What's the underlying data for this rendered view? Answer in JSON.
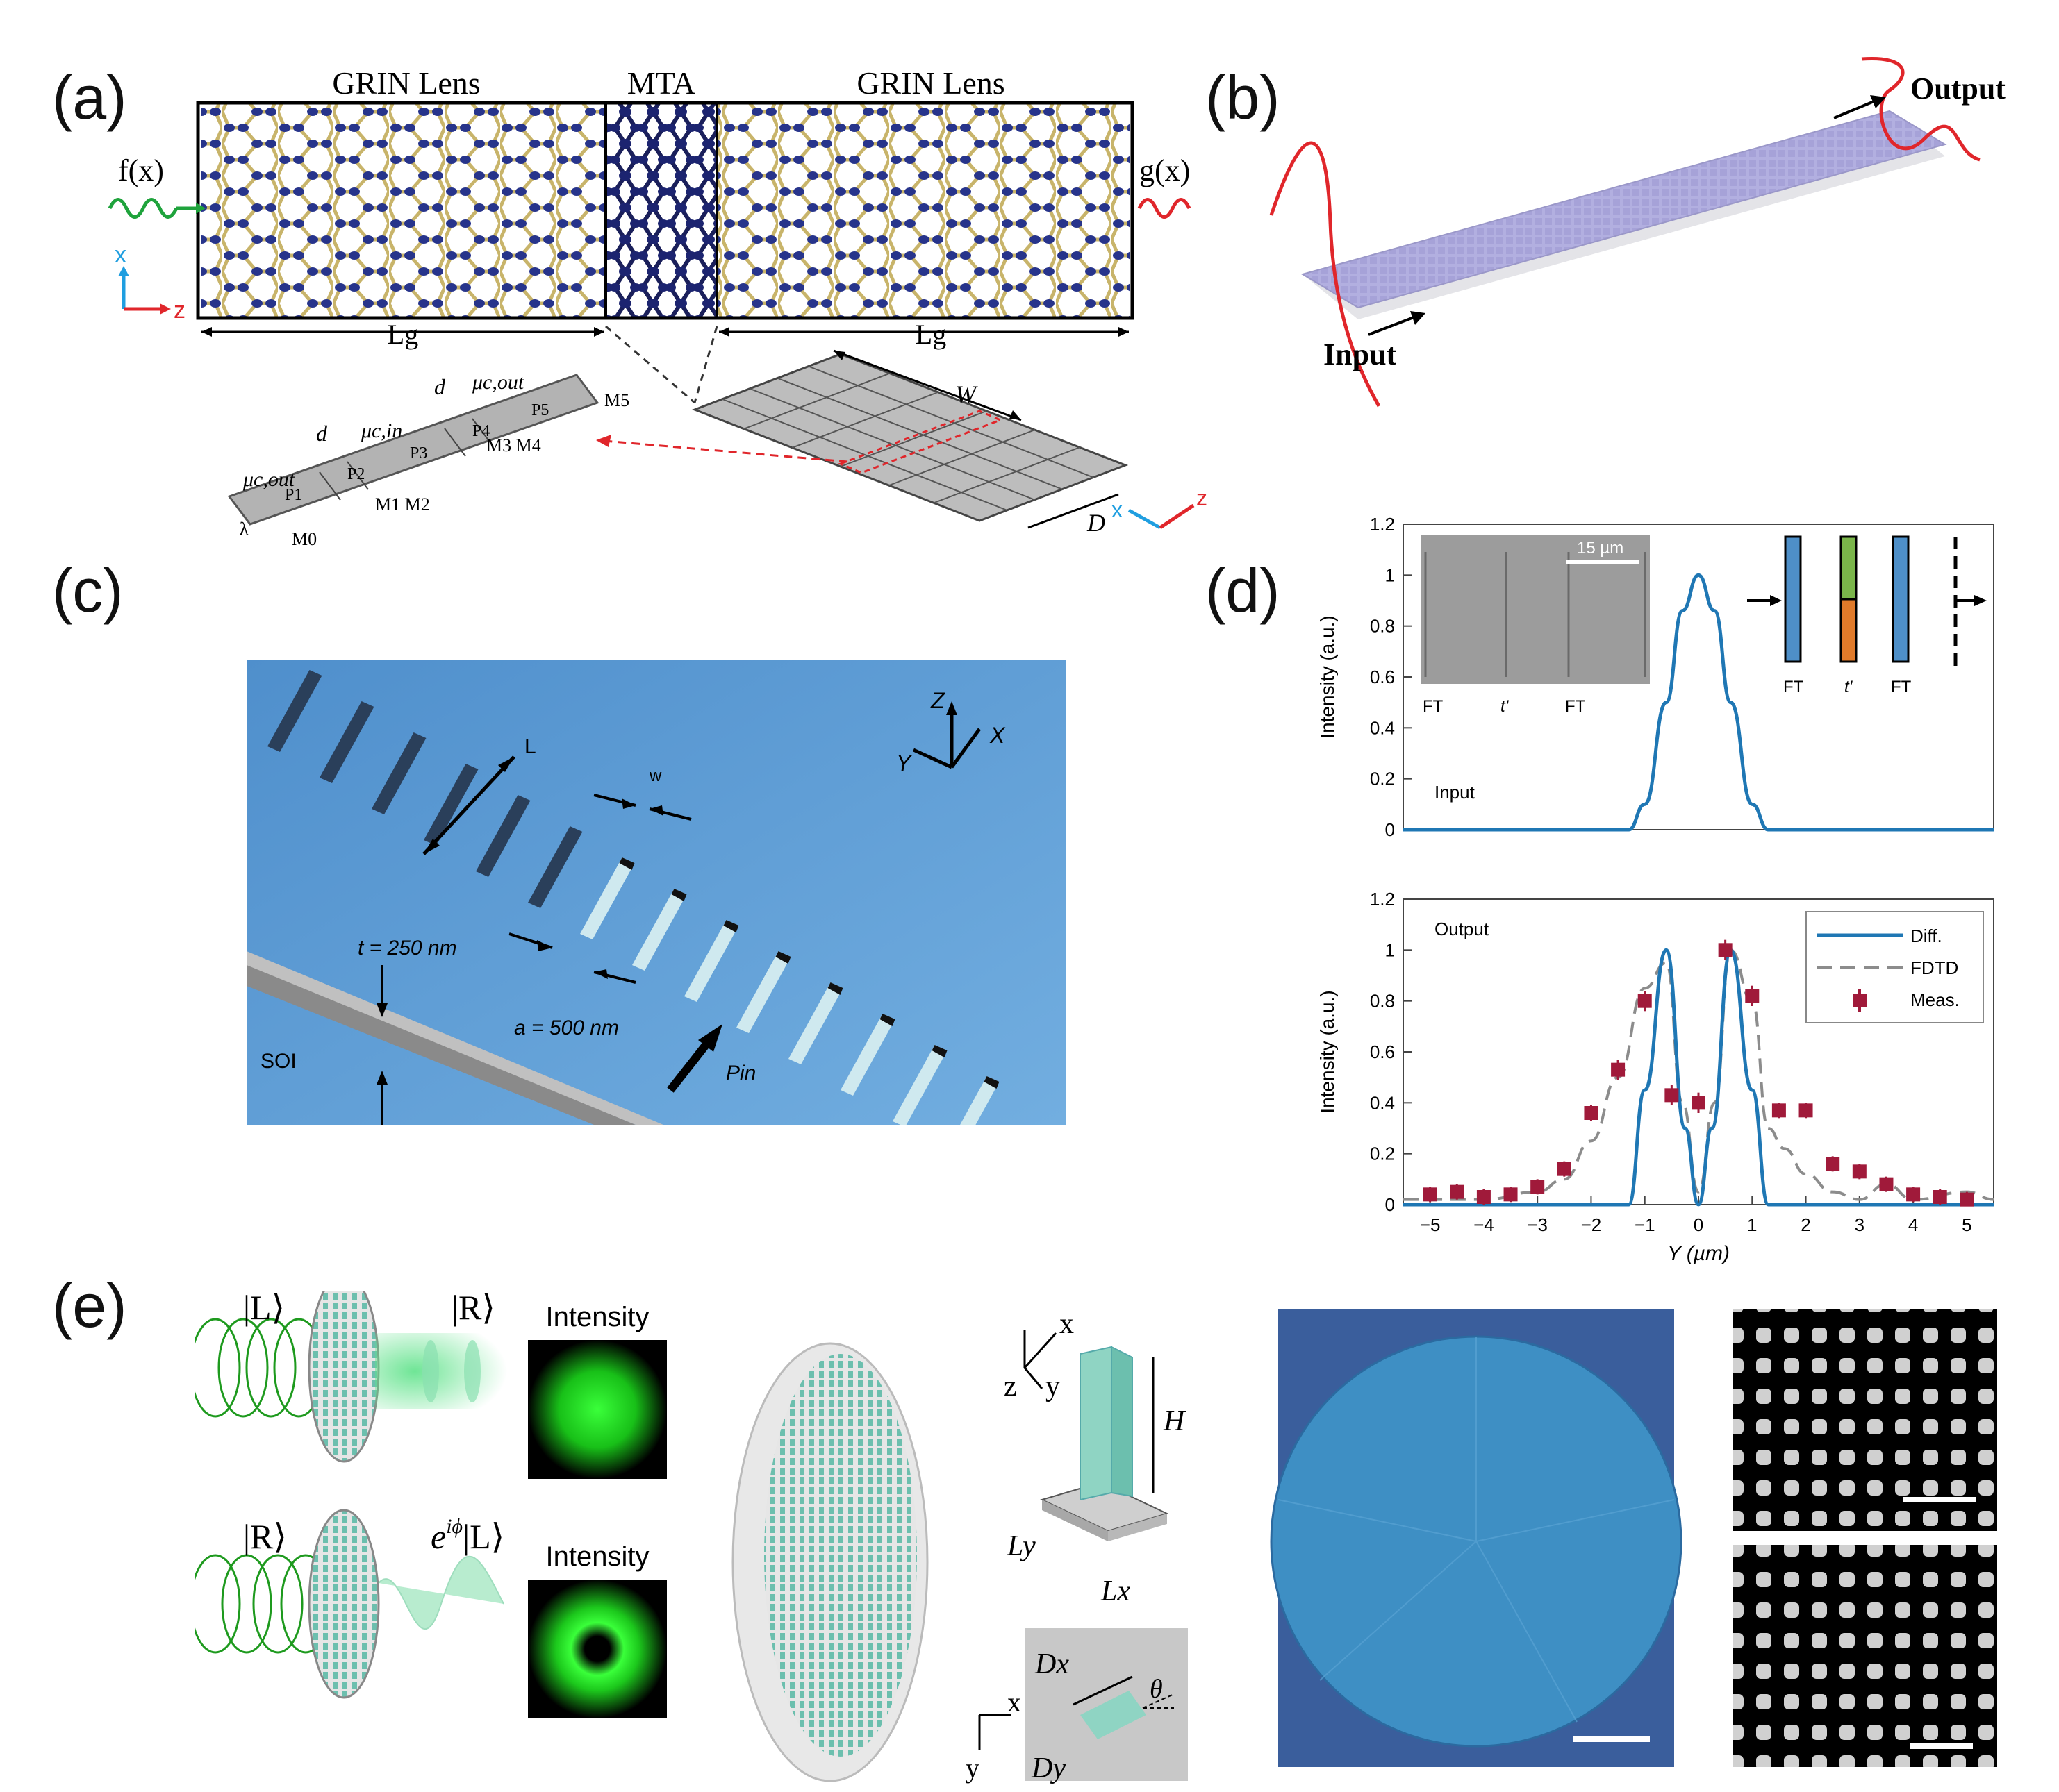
{
  "panel_labels": {
    "a": "(a)",
    "b": "(b)",
    "c": "(c)",
    "d": "(d)",
    "e": "(e)"
  },
  "panel_a": {
    "lens_left": "GRIN Lens",
    "mta": "MTA",
    "lens_right": "GRIN Lens",
    "input_fn": "f(x)",
    "output_fn": "g(x)",
    "axis_x": "x",
    "axis_z": "z",
    "lg_left": "Lg",
    "lg_right": "Lg",
    "strip_d1": "d",
    "strip_d2": "d",
    "mu_out_left": "μc,out",
    "mu_in": "μc,in",
    "mu_out_right": "μc,out",
    "p1": "P1",
    "p2": "P2",
    "p3": "P3",
    "p4": "P4",
    "p5": "P5",
    "m0": "M0",
    "m1m2": "M1 M2",
    "m3m4": "M3 M4",
    "m5": "M5",
    "lambda": "λ",
    "w_label": "W",
    "d_label": "D",
    "axis2_x": "x",
    "axis2_z": "z",
    "colors": {
      "atom": "#27348b",
      "bond": "#c8b46a",
      "red": "#e0262b",
      "green": "#1fa33c"
    }
  },
  "panel_b": {
    "input": "Input",
    "output": "Output",
    "colors": {
      "slab": "#a9a6d8",
      "curve": "#e0262b"
    }
  },
  "panel_c": {
    "L": "L",
    "w": "w",
    "t": "t = 250 nm",
    "a": "a = 500 nm",
    "pin": "Pin",
    "soi": "SOI",
    "axis_z": "Z",
    "axis_x": "X",
    "axis_y": "Y",
    "colors": {
      "bg": "#5b9ad4"
    }
  },
  "panel_d": {
    "top": {
      "ylabel": "Intensity (a.u.)",
      "annotation": "Input",
      "scalebar": "15 µm",
      "sem_labels": [
        "FT",
        "t'",
        "FT"
      ],
      "schem_labels": [
        "FT",
        "t'",
        "FT"
      ],
      "yticks": [
        "0",
        "0.2",
        "0.4",
        "0.6",
        "0.8",
        "1",
        "1.2"
      ]
    },
    "bottom": {
      "ylabel": "Intensity (a.u.)",
      "annotation": "Output",
      "xlabel": "Y (µm)",
      "yticks": [
        "0",
        "0.2",
        "0.4",
        "0.6",
        "0.8",
        "1",
        "1.2"
      ],
      "xticks": [
        "−5",
        "−4",
        "−3",
        "−2",
        "−1",
        "0",
        "1",
        "2",
        "3",
        "4",
        "5"
      ],
      "legend": [
        "Diff.",
        "FDTD",
        "Meas."
      ]
    }
  },
  "chart_data": [
    {
      "type": "line",
      "xlabel": "",
      "ylabel": "Intensity (a.u.)",
      "xlim": [
        -5.5,
        5.5
      ],
      "ylim": [
        0,
        1.2
      ],
      "series": [
        {
          "x": [
            -5.5,
            -1.3,
            -1.0,
            -0.6,
            -0.3,
            0,
            0.3,
            0.6,
            1.0,
            1.3,
            5.5
          ],
          "y": [
            0,
            0,
            0.1,
            0.5,
            0.86,
            1.0,
            0.86,
            0.5,
            0.1,
            0,
            0
          ]
        }
      ]
    },
    {
      "type": "line",
      "xlabel": "Y (µm)",
      "ylabel": "Intensity (a.u.)",
      "xlim": [
        -5.5,
        5.5
      ],
      "ylim": [
        0,
        1.2
      ],
      "series": [
        {
          "name": "Diff.",
          "x": [
            -5.5,
            -1.3,
            -1.0,
            -0.6,
            -0.25,
            0,
            0.25,
            0.6,
            1.0,
            1.3,
            5.5
          ],
          "y": [
            0,
            0,
            0.45,
            1.0,
            0.3,
            0,
            0.3,
            1.0,
            0.45,
            0,
            0
          ]
        },
        {
          "name": "FDTD",
          "x": [
            -5.5,
            -4,
            -3,
            -2.5,
            -2,
            -1.5,
            -1,
            -0.6,
            -0.3,
            0,
            0.3,
            0.6,
            1,
            1.3,
            1.6,
            2,
            2.5,
            3,
            3.5,
            4,
            5,
            5.5
          ],
          "y": [
            0.02,
            0.02,
            0.05,
            0.1,
            0.25,
            0.5,
            0.85,
            0.95,
            0.4,
            0.05,
            0.4,
            1.0,
            0.8,
            0.3,
            0.22,
            0.12,
            0.05,
            0.02,
            0.08,
            0.02,
            0.05,
            0.02
          ]
        },
        {
          "name": "Meas.",
          "x": [
            -5,
            -4.5,
            -4,
            -3.5,
            -3,
            -2.5,
            -2,
            -1.5,
            -1,
            -0.5,
            0,
            0.5,
            1,
            1.5,
            2,
            2.5,
            3,
            3.5,
            4,
            4.5,
            5
          ],
          "y": [
            0.04,
            0.05,
            0.03,
            0.04,
            0.07,
            0.14,
            0.36,
            0.53,
            0.8,
            0.43,
            0.4,
            1.0,
            0.82,
            0.37,
            0.37,
            0.16,
            0.13,
            0.08,
            0.04,
            0.03,
            0.02
          ],
          "err": [
            0.03,
            0.03,
            0.03,
            0.03,
            0.03,
            0.03,
            0.03,
            0.04,
            0.04,
            0.04,
            0.04,
            0.04,
            0.04,
            0.03,
            0.03,
            0.03,
            0.03,
            0.03,
            0.03,
            0.03,
            0.03
          ]
        }
      ]
    }
  ],
  "panel_e": {
    "top_in": "|L⟩",
    "top_out": "|R⟩",
    "top_title": "Intensity",
    "bot_in": "|R⟩",
    "bot_out": "e^{iϕ}|L⟩",
    "bot_out_main": "e",
    "bot_out_sup": "iϕ",
    "bot_out_ket": "|L⟩",
    "bot_title": "Intensity",
    "ax_x": "x",
    "ax_y": "y",
    "ax_z": "z",
    "H": "H",
    "Ly": "Ly",
    "Lx": "Lx",
    "Dx": "Dx",
    "Dy": "Dy",
    "theta": "θ",
    "ax2_x": "x",
    "ax2_y": "y",
    "colors": {
      "green": "#22c12a",
      "teal": "#8fd4c3",
      "disk": "#3e8fc4"
    }
  }
}
